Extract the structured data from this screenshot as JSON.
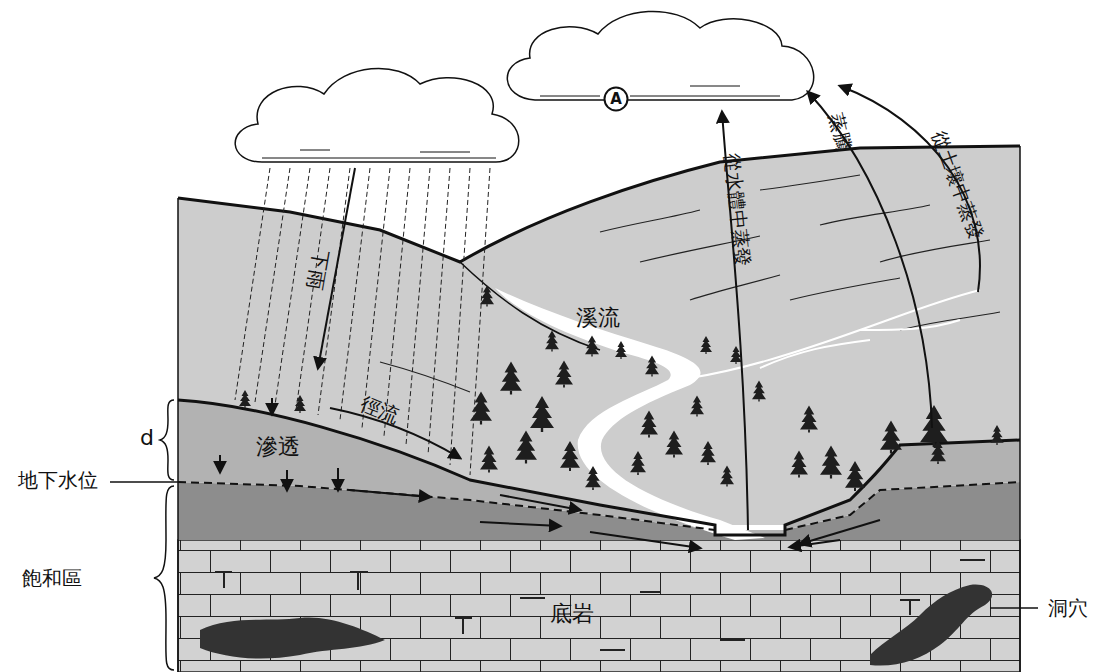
{
  "diagram": {
    "nodes": [
      {
        "text": [
          "A"
        ]
      }
    ],
    "labels": [
      "從水體中蒸發",
      "蒸騰",
      "從土壤中蒸發",
      "下雨",
      "溪流",
      "徑流",
      "滲透",
      "d",
      "地下水位",
      "飽和區",
      "底岩",
      "洞穴"
    ]
  }
}
